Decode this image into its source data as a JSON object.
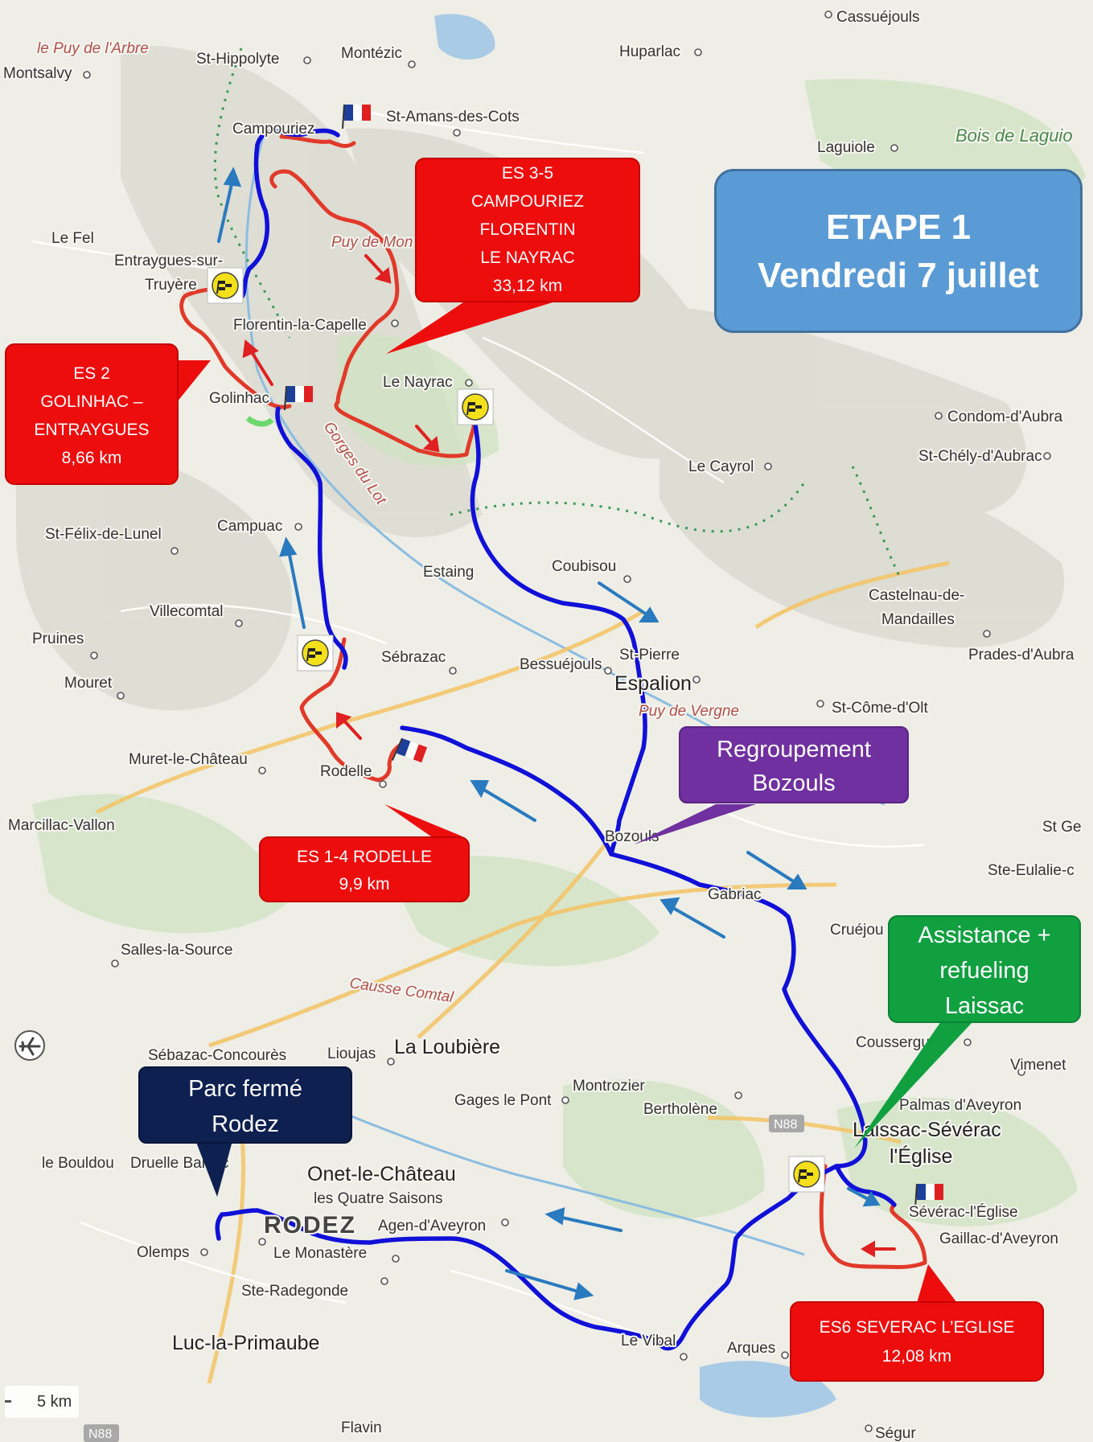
{
  "title_box": {
    "line1": "ETAPE 1",
    "line2": "Vendredi 7 juillet"
  },
  "callouts": {
    "es35": {
      "lines": [
        "ES 3-5",
        "CAMPOURIEZ",
        "FLORENTIN",
        "LE NAYRAC",
        "33,12 km"
      ]
    },
    "es2": {
      "lines": [
        "ES 2",
        "GOLINHAC –",
        "ENTRAYGUES",
        "8,66 km"
      ]
    },
    "es14": {
      "lines": [
        "ES 1-4 RODELLE",
        "9,9 km"
      ]
    },
    "es6": {
      "lines": [
        "ES6 SEVERAC L’EGLISE",
        "12,08 km"
      ]
    },
    "regroup": {
      "lines": [
        "Regroupement",
        "Bozouls"
      ]
    },
    "assist": {
      "lines": [
        "Assistance +",
        "refueling",
        "Laissac"
      ]
    },
    "parc": {
      "lines": [
        "Parc fermé",
        "Rodez"
      ]
    }
  },
  "places": {
    "cassuejouls": "Cassuéjouls",
    "puy_arbre": "le Puy de l'Arbre",
    "st_hippolyte": "St-Hippolyte",
    "montezic": "Montézic",
    "huparlac": "Huparlac",
    "montsalvy": "Montsalvy",
    "campouriez": "Campouriez",
    "st_amans": "St-Amans-des-Cots",
    "laguiole": "Laguiole",
    "bois_laguiole": "Bois de Laguio",
    "le_fel": "Le Fel",
    "entraygues": "Entraygues-sur-",
    "truyere": "Truyère",
    "puy_mon": "Puy de Mon",
    "florentin": "Florentin-la-Capelle",
    "le_nayrac": "Le Nayrac",
    "golinhac": "Golinhac",
    "gorges": "Gorges du Lot",
    "condom": "Condom-d'Aubra",
    "st_chely": "St-Chély-d'Aubrac",
    "le_cayrol": "Le Cayrol",
    "st_felix": "St-Félix-de-Lunel",
    "campuac": "Campuac",
    "estaing": "Estaing",
    "coubisou": "Coubisou",
    "castelnau1": "Castelnau-de-",
    "castelnau2": "Mandailles",
    "villecomtal": "Villecomtal",
    "prades": "Prades-d'Aubra",
    "pruines": "Pruines",
    "sebrazac": "Sébrazac",
    "bessuejouls": "Bessuéjouls",
    "st_pierre": "St-Pierre",
    "espalion": "Espalion",
    "mouret": "Mouret",
    "puy_vergne": "Puy de Vergne",
    "st_come": "St-Côme-d'Olt",
    "muret": "Muret-le-Château",
    "rodelle": "Rodelle",
    "marcillac": "Marcillac-Vallon",
    "bozouls": "Bozouls",
    "st_ge": "St Ge",
    "ste_eulalie": "Ste-Eulalie-c",
    "gabriac": "Gabriac",
    "cruejouls": "Cruéjou",
    "salles": "Salles-la-Source",
    "causse_comtal": "Causse Comtal",
    "coussergues": "Coussergues",
    "sebazac": "Sébazac-Concourès",
    "lioujas": "Lioujas",
    "la_loubiere": "La Loubière",
    "vimenet": "Vimenet",
    "gages": "Gages le Pont",
    "montrozier": "Montrozier",
    "bertholene": "Bertholène",
    "palmas": "Palmas d'Aveyron",
    "laissac": "Laissac-Sévérac",
    "l_eglise": "l'Église",
    "le_bouldou": "le Bouldou",
    "druelle": "Druelle Balsac",
    "onet": "Onet-le-Château",
    "quatre_saisons": "les Quatre Saisons",
    "rodez": "RODEZ",
    "agen": "Agen-d'Aveyron",
    "severac": "Sévérac-l'Église",
    "gaillac": "Gaillac-d'Aveyron",
    "olemps": "Olemps",
    "le_monastere": "Le Monastère",
    "ste_radegonde": "Ste-Radegonde",
    "luc": "Luc-la-Primaube",
    "le_vibal": "Le Vibal",
    "arques": "Arques",
    "flavin": "Flavin",
    "segur": "Ségur",
    "n88": "N88",
    "n88b": "N88"
  },
  "scale_label": "5 km",
  "colors": {
    "liaison": "#1010d8",
    "special_stage": "#e23a2a",
    "stage_box": "#ee0d0d",
    "title_box": "#5a9bd5",
    "regroup_box": "#7030a0",
    "assist_box": "#10a040",
    "parc_box": "#0d2050",
    "arrow_blue": "#2a7ac0",
    "arrow_red": "#e02020"
  },
  "icons": [
    "finish-flag-icon",
    "french-flag-icon",
    "airport-icon",
    "direction-arrow-icon"
  ]
}
